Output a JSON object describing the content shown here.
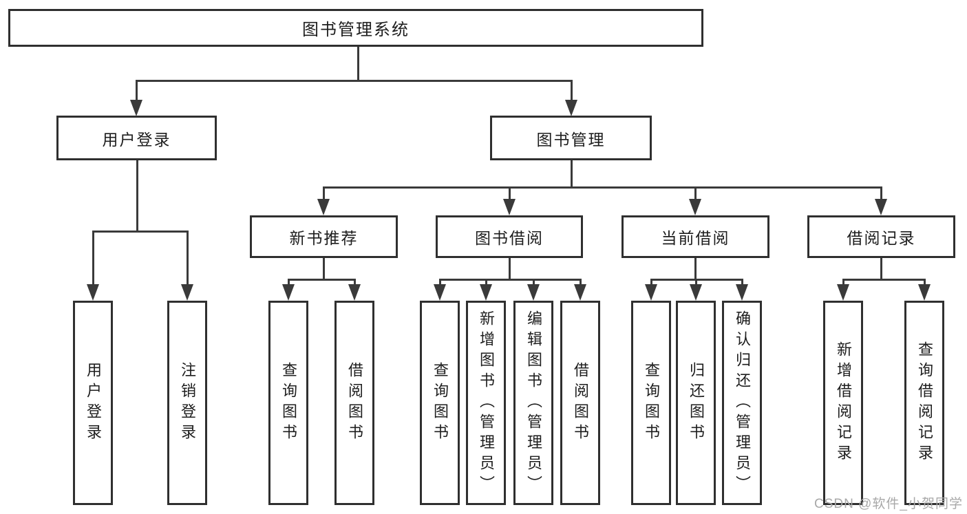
{
  "tree": {
    "title": "图书管理系统",
    "branches": [
      {
        "label": "用户登录",
        "leaves": [
          "用户登录",
          "注销登录"
        ]
      },
      {
        "label": "图书管理",
        "children": [
          {
            "label": "新书推荐",
            "leaves": [
              "查询图书",
              "借阅图书"
            ]
          },
          {
            "label": "图书借阅",
            "leaves": [
              "查询图书",
              "新增图书（管理员）",
              "编辑图书（管理员）",
              "借阅图书"
            ]
          },
          {
            "label": "当前借阅",
            "leaves": [
              "查询图书",
              "归还图书",
              "确认归还（管理员）"
            ]
          },
          {
            "label": "借阅记录",
            "leaves": [
              "新增借阅记录",
              "查询借阅记录"
            ]
          }
        ]
      }
    ]
  },
  "watermark": "CSDN @软件_小贺同学",
  "colors": {
    "line": "#3a3a3a",
    "border": "#2f2f2f",
    "text": "#1d1d1d",
    "watermark": "#a8a8a8",
    "background": "#ffffff"
  }
}
